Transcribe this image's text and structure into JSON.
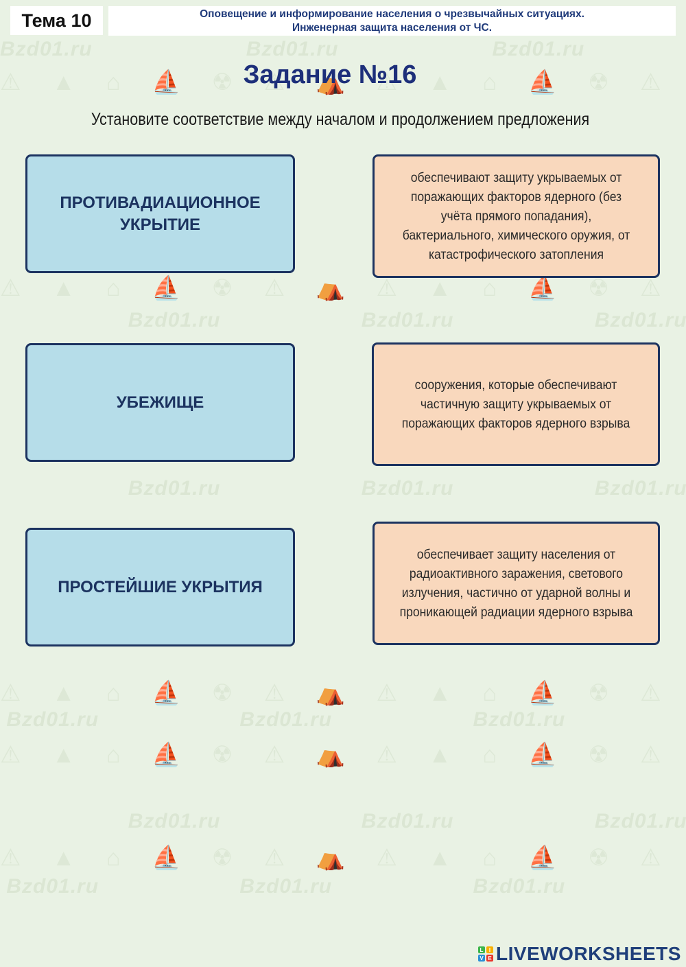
{
  "header": {
    "topic_label": "Тема 10",
    "topic_title_line1": "Оповещение и информирование населения о чрезвычайных ситуациях.",
    "topic_title_line2": "Инженерная защита населения от ЧС."
  },
  "task": {
    "title": "Задание №16",
    "instruction": "Установите соответствие между началом и продолжением предложения"
  },
  "terms": [
    {
      "label_line1": "ПРОТИВАДИАЦИОННОЕ",
      "label_line2": "УКРЫТИЕ"
    },
    {
      "label_line1": "УБЕЖИЩЕ",
      "label_line2": ""
    },
    {
      "label_line1": "ПРОСТЕЙШИЕ УКРЫТИЯ",
      "label_line2": ""
    }
  ],
  "definitions": [
    {
      "text": "обеспечивают защиту укрываемых от поражающих факторов ядерного (без учёта прямого попадания), бактериального, химического оружия, от катастрофического затопления"
    },
    {
      "text": "сооружения, которые обеспечивают частичную защиту укрываемых от поражающих факторов ядерного взрыва"
    },
    {
      "text": "обеспечивает защиту населения от радиоактивного заражения, светового излучения, частично от ударной волны и проникающей радиации ядерного взрыва"
    }
  ],
  "watermark": {
    "text": "Bzd01.ru",
    "icons": "⚠ ▲ ⌂ ⛵ ☢ ⚠ ⛺"
  },
  "branding": {
    "logo_text": "LIVEWORKSHEETS",
    "logo_letters": [
      "L",
      "I",
      "V",
      "E"
    ],
    "logo_colors": [
      "#3bb54a",
      "#f7b000",
      "#2a8fd6",
      "#e8352a"
    ]
  },
  "colors": {
    "background": "#e9f2e4",
    "term_fill": "#b6dde9",
    "definition_fill": "#f9d8bd",
    "border": "#1c3360",
    "title": "#1d2f7a"
  }
}
